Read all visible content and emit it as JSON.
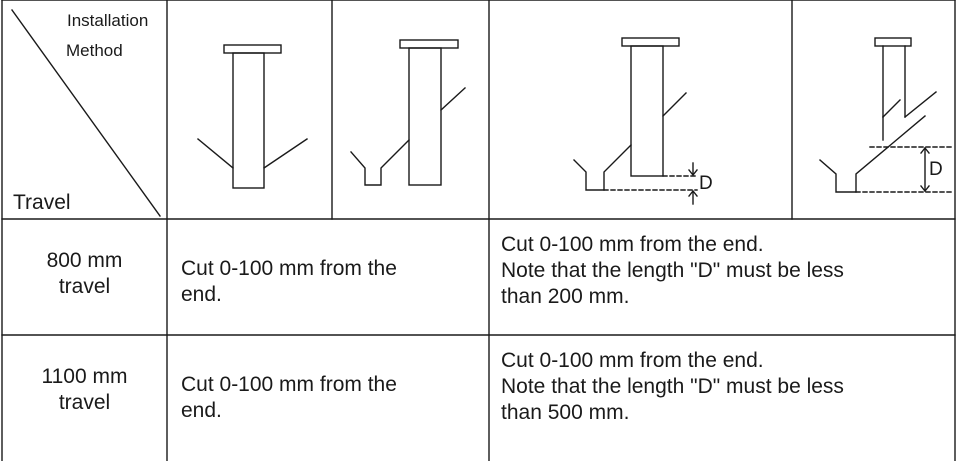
{
  "header": {
    "installation_label": "Installation",
    "method_label": "Method",
    "travel_label": "Travel",
    "dimension_label": "D"
  },
  "rows": [
    {
      "travel_line1": "800 mm",
      "travel_line2": "travel",
      "cut_line1": "Cut 0-100 mm from the",
      "cut_line2": "end.",
      "note_line1": "Cut  0-100 mm from the end.",
      "note_line2": "Note that the length \"D\" must be less",
      "note_line3": "than 200 mm."
    },
    {
      "travel_line1": "1100 mm",
      "travel_line2": "travel",
      "cut_line1": "Cut 0-100 mm from the",
      "cut_line2": "end.",
      "note_line1": "Cut 0-100 mm from the end.",
      "note_line2": "Note that the length \"D\" must be less",
      "note_line3": "than 500 mm."
    }
  ]
}
